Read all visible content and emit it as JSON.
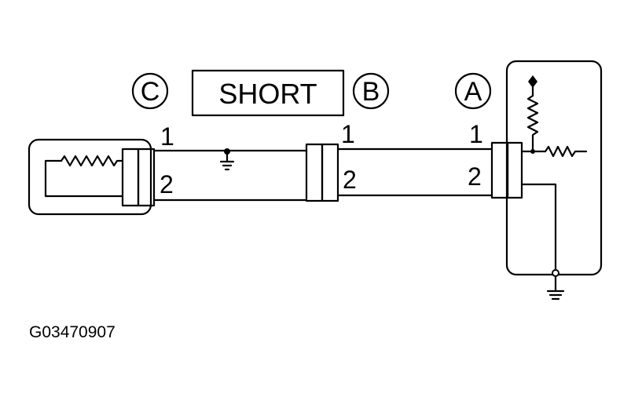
{
  "connectors": {
    "c": {
      "letter": "C"
    },
    "b": {
      "letter": "B"
    },
    "a": {
      "letter": "A"
    }
  },
  "short_label": "SHORT",
  "pins": {
    "c_pin1": "1",
    "c_pin2": "2",
    "b_pin1": "1",
    "b_pin2": "2",
    "a_pin1": "1",
    "a_pin2": "2"
  },
  "figure_code": "G03470907",
  "colors": {
    "line": "#000000",
    "background": "#ffffff"
  }
}
